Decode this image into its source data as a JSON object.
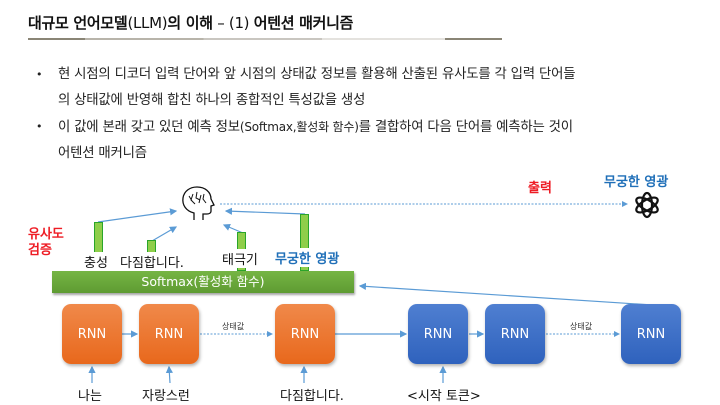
{
  "header": {
    "title_prefix": "대규모 언어모델",
    "title_llm": "(LLM)",
    "title_mid": "의 이해",
    "title_dash": " – (1) ",
    "title_suffix": "어텐션 매커니즘"
  },
  "bullets": [
    {
      "marker": "•",
      "line1": "현 시점의 디코더 입력 단어와 앞 시점의 상태값 정보를 활용해 산출된 유사도를 각 입력 단어들",
      "line2": "의 상태값에 반영해 합친 하나의 종합적인 특성값을 생성"
    },
    {
      "marker": "•",
      "line1_pre": "이 값에 본래 갖고 있던 예측 정보",
      "line1_paren": "(Softmax,활성화 함수)",
      "line1_post": "를 결합하여 다음 단어를 예측하는 것이",
      "line2": "어텐션 매커니즘"
    }
  ],
  "diagram": {
    "similarity_label_1": "유사도",
    "similarity_label_2": "검증",
    "output_label": "출력",
    "output_word": "무궁한 영광",
    "attention_words": [
      "충성",
      "다짐합니다.",
      "태극기",
      "무궁한 영광"
    ],
    "softmax_label": "Softmax(활성화 함수)",
    "encoder_rnn": [
      "RNN",
      "RNN",
      "RNN"
    ],
    "decoder_rnn": [
      "RNN",
      "RNN",
      "RNN"
    ],
    "state_label": "상태값",
    "encoder_inputs": [
      "나는",
      "자랑스런",
      "다짐합니다."
    ],
    "decoder_input": "<시작 토큰>",
    "icons": {
      "brain": "head-brain-icon",
      "openai": "openai-logo-icon"
    },
    "colors": {
      "encoder": "#e8681c",
      "decoder": "#2f62bd",
      "softmax": "#6aaa3c",
      "bars": "#8fce4a",
      "red_text": "#ee1c24",
      "blue_text": "#1f6fb8",
      "arrows": "#5b9bd5"
    }
  }
}
